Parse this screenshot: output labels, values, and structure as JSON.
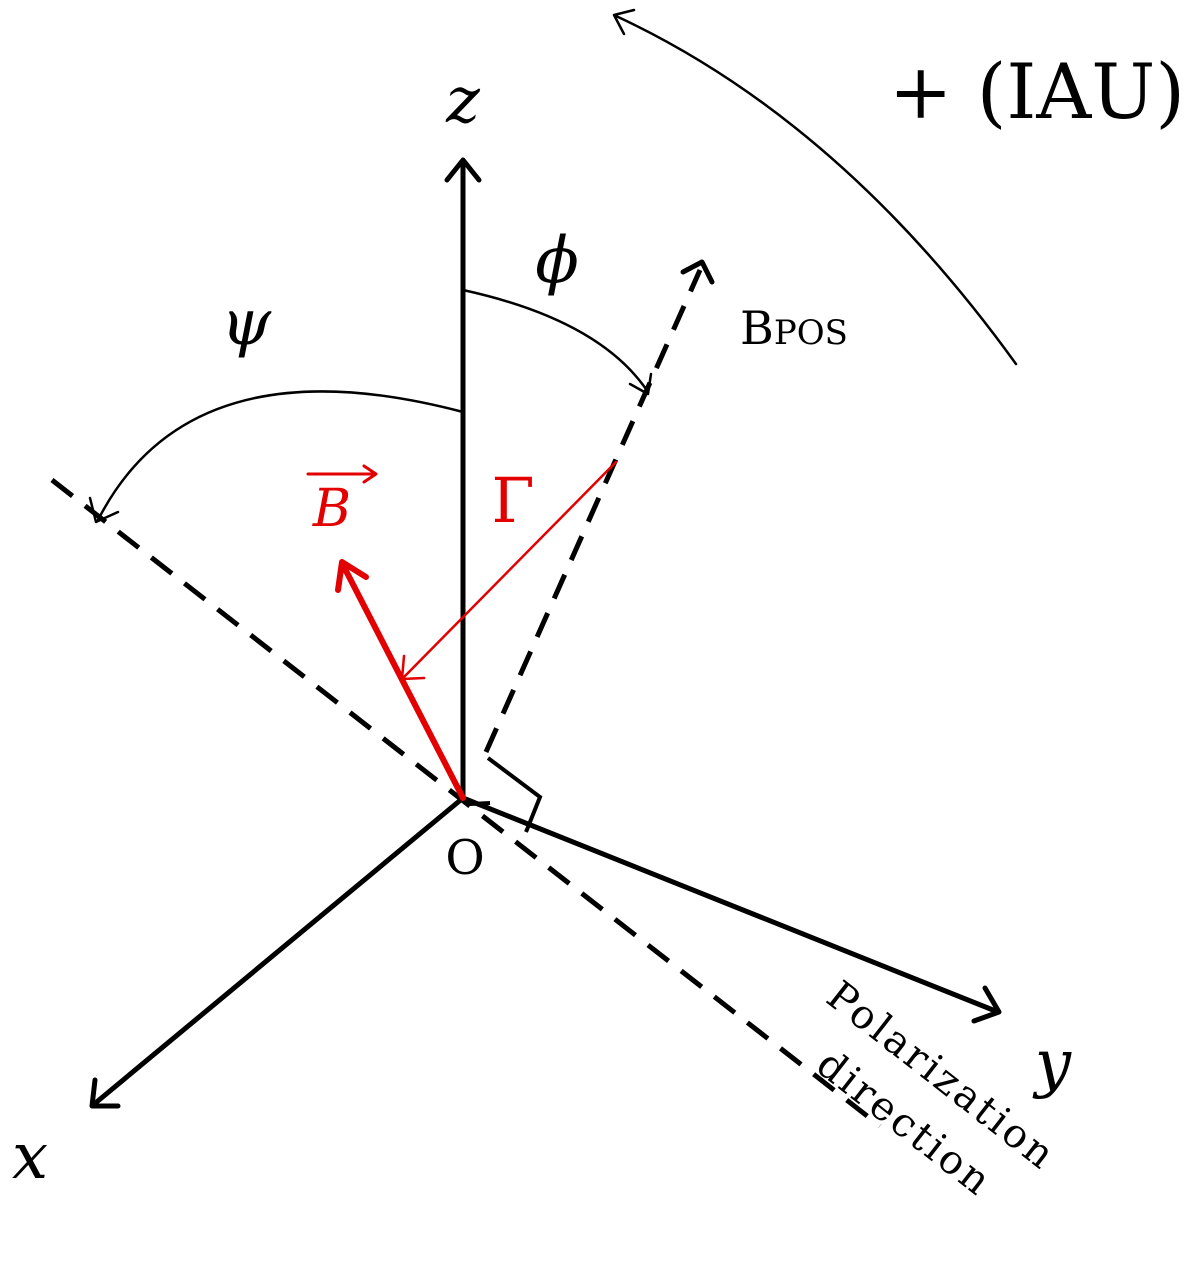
{
  "labels": {
    "z_axis": "z",
    "x_axis": "x",
    "y_axis": "y",
    "origin": "O",
    "phi": "ϕ",
    "psi": "ψ",
    "gamma": "Γ",
    "b_vector": "B",
    "b_pos_main": "B",
    "b_pos_sub": "POS",
    "iau_convention": "+ (IAU)",
    "polarization_line1": "Polarization",
    "polarization_line2": "direction"
  },
  "colors": {
    "axis": "#000000",
    "field_vector": "#e30000"
  }
}
